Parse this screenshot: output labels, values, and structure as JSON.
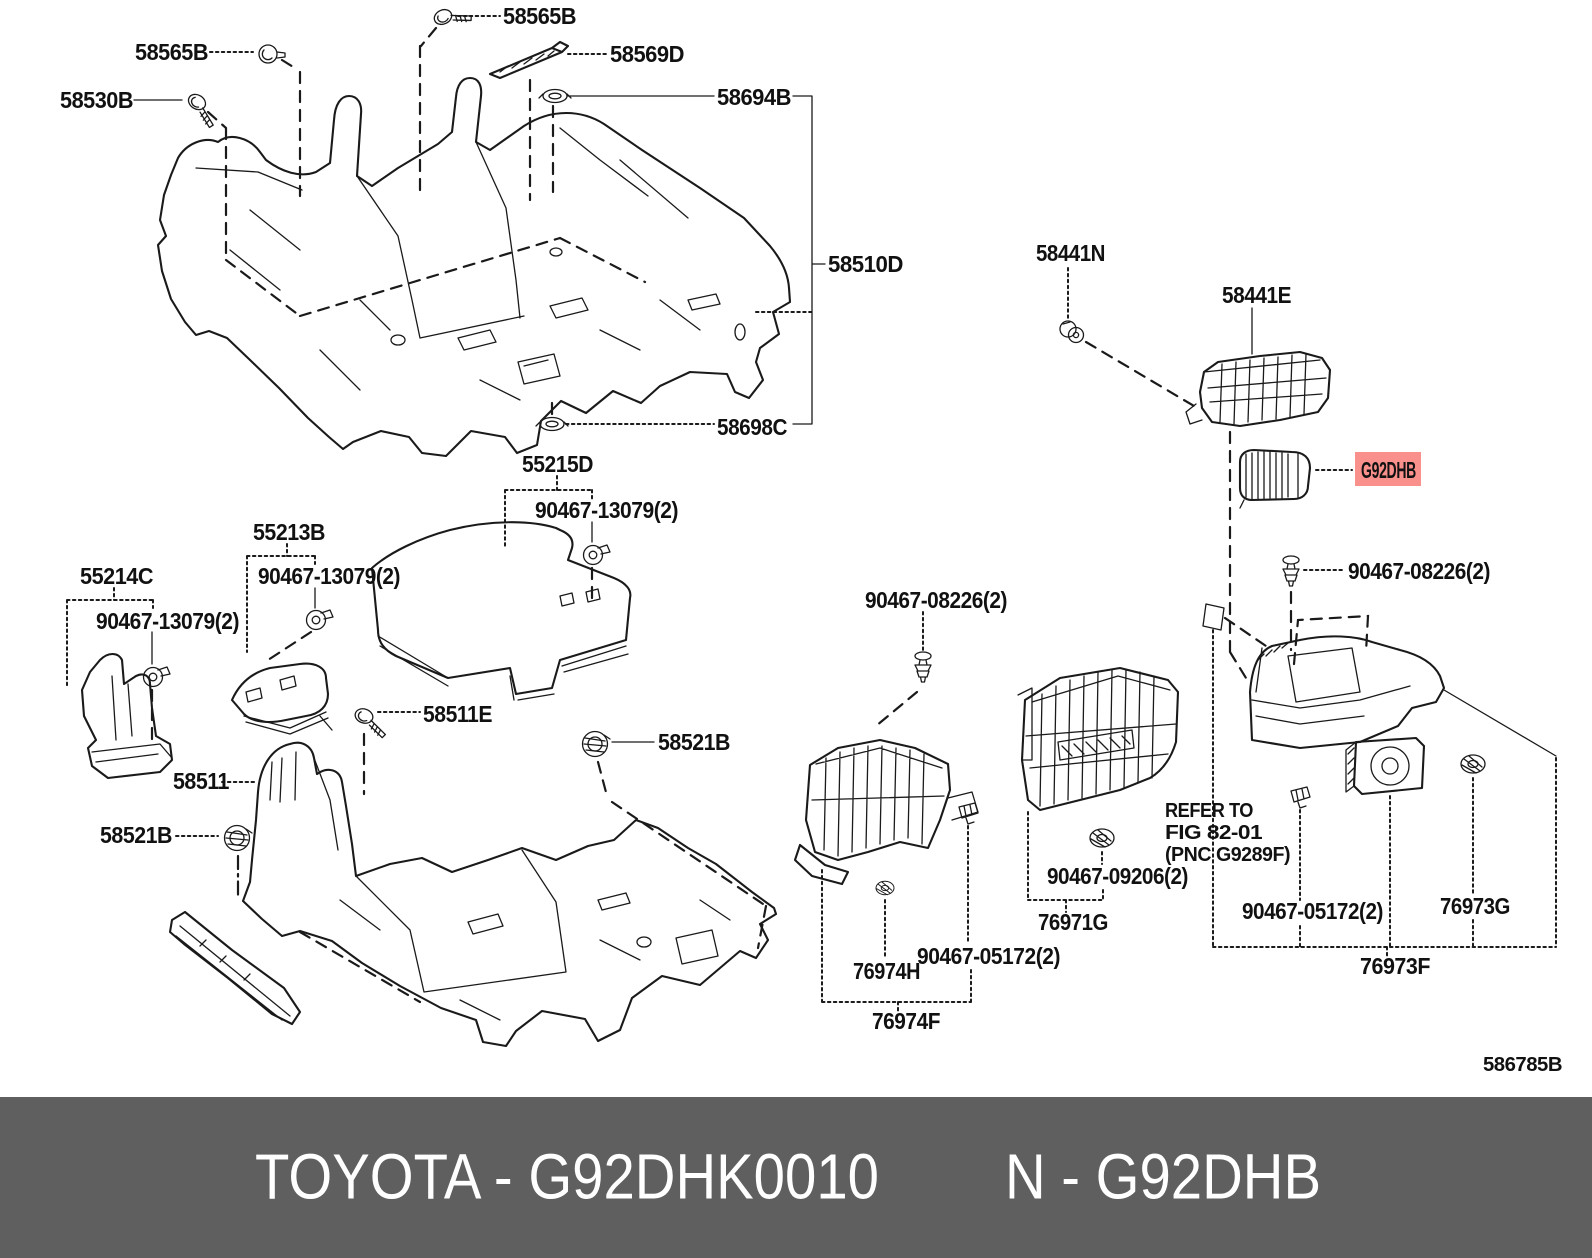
{
  "doc": {
    "type": "toyota-parts-diagram",
    "figure": "floor mat & silencer pad"
  },
  "diagram_code": "586785B",
  "highlight": {
    "bg": "#F9908C",
    "text_color": "#BF1D14",
    "part": "G92DHB"
  },
  "footer": {
    "bg": "#5F5F5F",
    "text_color": "#FFFFFF",
    "left": "TOYOTA - G92DHK0010",
    "right": "N - G92DHB"
  },
  "labels": {
    "l58565b_top": "58565B",
    "l58565b_left": "58565B",
    "l58569d": "58569D",
    "l58530b": "58530B",
    "l58694b": "58694B",
    "l58510d": "58510D",
    "l58698c": "58698C",
    "l55215d": "55215D",
    "l90467_13079_a": "90467-13079(2)",
    "l55213b": "55213B",
    "l90467_13079_b": "90467-13079(2)",
    "l55214c": "55214C",
    "l90467_13079_c": "90467-13079(2)",
    "l58511e": "58511E",
    "l58511": "58511",
    "l58521b_l": "58521B",
    "l58521b_r": "58521B",
    "l58441n": "58441N",
    "l58441e": "58441E",
    "g92dhb": "G92DHB",
    "l90467_08226_a": "90467-08226(2)",
    "l90467_08226_b": "90467-08226(2)",
    "l90467_09206": "90467-09206(2)",
    "l76971g": "76971G",
    "l76974h": "76974H",
    "l90467_05172_a": "90467-05172(2)",
    "l76974f": "76974F",
    "l90467_05172_b": "90467-05172(2)",
    "l76973g": "76973G",
    "l76973f": "76973F"
  },
  "notes": {
    "refer1": "REFER TO",
    "refer2": "FIG 82-01",
    "refer3": "(PNC G9289F)"
  }
}
